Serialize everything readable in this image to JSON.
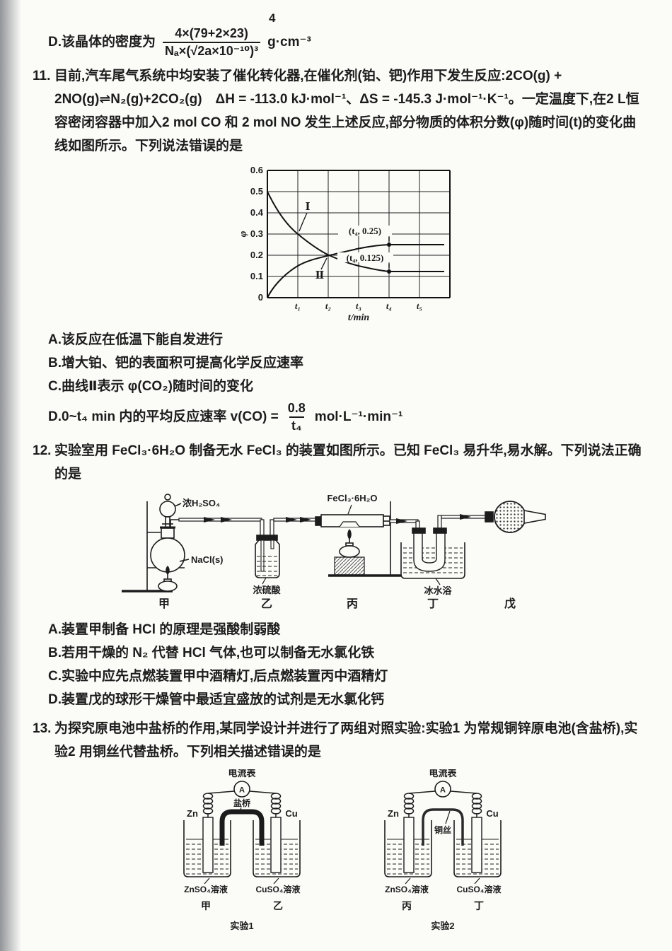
{
  "page": {
    "number": "4"
  },
  "q10d": {
    "text_before": "D.该晶体的密度为",
    "frac_numerator": "4×(79+2×23)",
    "frac_denominator": "Nₐ×(√2a×10⁻¹⁰)³",
    "text_after": "g·cm⁻³"
  },
  "q11": {
    "number": "11.",
    "stem": "目前,汽车尾气系统中均安装了催化转化器,在催化剂(铂、钯)作用下发生反应:2CO(g) + 2NO(g)⇌N₂(g)+2CO₂(g)　ΔH = -113.0 kJ·mol⁻¹、ΔS = -145.3 J·mol⁻¹·K⁻¹。一定温度下,在2 L恒容密闭容器中加入2 mol CO 和 2 mol NO 发生上述反应,部分物质的体积分数(φ)随时间(t)的变化曲线如图所示。下列说法错误的是",
    "options": {
      "a": "A.该反应在低温下能自发进行",
      "b": "B.增大铂、钯的表面积可提高化学反应速率",
      "c": "C.曲线Ⅱ表示 φ(CO₂)随时间的变化",
      "d_before": "D.0~t₄ min 内的平均反应速率 v(CO) =",
      "d_frac_numerator": "0.8",
      "d_frac_denominator": "t₄",
      "d_after": "mol·L⁻¹·min⁻¹"
    }
  },
  "chart_data": {
    "type": "line",
    "title": "",
    "xlabel": "t/min",
    "ylabel": "φ",
    "x_ticks": [
      "t₁",
      "t₂",
      "t₃",
      "t₄",
      "t₅"
    ],
    "y_ticks": [
      "0",
      "0.1",
      "0.2",
      "0.3",
      "0.4",
      "0.5",
      "0.6"
    ],
    "ylim": [
      0,
      0.6
    ],
    "grid": true,
    "series": [
      {
        "name": "Ⅰ",
        "x": [
          0,
          1,
          2,
          3,
          4,
          5.5
        ],
        "y": [
          0.5,
          0.3,
          0.2,
          0.15,
          0.125,
          0.125
        ]
      },
      {
        "name": "Ⅱ",
        "x": [
          0,
          1,
          2,
          3,
          4,
          5.5
        ],
        "y": [
          0,
          0.15,
          0.2,
          0.235,
          0.25,
          0.25
        ]
      }
    ],
    "annotations": [
      {
        "text": "(t₄, 0.25)",
        "x": 4,
        "y": 0.25
      },
      {
        "text": "(t₄, 0.125)",
        "x": 4,
        "y": 0.125
      }
    ]
  },
  "q12": {
    "number": "12.",
    "stem": "实验室用 FeCl₃·6H₂O 制备无水 FeCl₃ 的装置如图所示。已知 FeCl₃ 易升华,易水解。下列说法正确的是",
    "diagram": {
      "conc_h2so4": "浓H₂SO₄",
      "nacl": "NaCl(s)",
      "conc_sulfuric": "浓硫酸",
      "fecl3_6h2o": "FeCl₃·6H₂O",
      "ice_bath": "冰水浴",
      "jia": "甲",
      "yi": "乙",
      "bing": "丙",
      "ding": "丁",
      "wu": "戊"
    },
    "options": {
      "a": "A.装置甲制备 HCl 的原理是强酸制弱酸",
      "b": "B.若用干燥的 N₂ 代替 HCl 气体,也可以制备无水氯化铁",
      "c": "C.实验中应先点燃装置甲中酒精灯,后点燃装置丙中酒精灯",
      "d": "D.装置戊的球形干燥管中最适宜盛放的试剂是无水氯化钙"
    }
  },
  "q13": {
    "number": "13.",
    "stem": "为探究原电池中盐桥的作用,某同学设计并进行了两组对照实验:实验1 为常规铜锌原电池(含盐桥),实验2 用铜丝代替盐桥。下列相关描述错误的是",
    "exp1": {
      "ammeter_label": "电流表",
      "ammeter_symbol": "A",
      "bridge_label": "盐桥",
      "left_electrode": "Zn",
      "right_electrode": "Cu",
      "left_solution": "ZnSO₄溶液",
      "right_solution": "CuSO₄溶液",
      "left_cell": "甲",
      "right_cell": "乙",
      "caption": "实验1"
    },
    "exp2": {
      "ammeter_label": "电流表",
      "ammeter_symbol": "A",
      "bridge_label": "铜丝",
      "left_electrode": "Zn",
      "right_electrode": "Cu",
      "left_solution": "ZnSO₄溶液",
      "right_solution": "CuSO₄溶液",
      "left_cell": "丙",
      "right_cell": "丁",
      "caption": "实验2"
    }
  }
}
